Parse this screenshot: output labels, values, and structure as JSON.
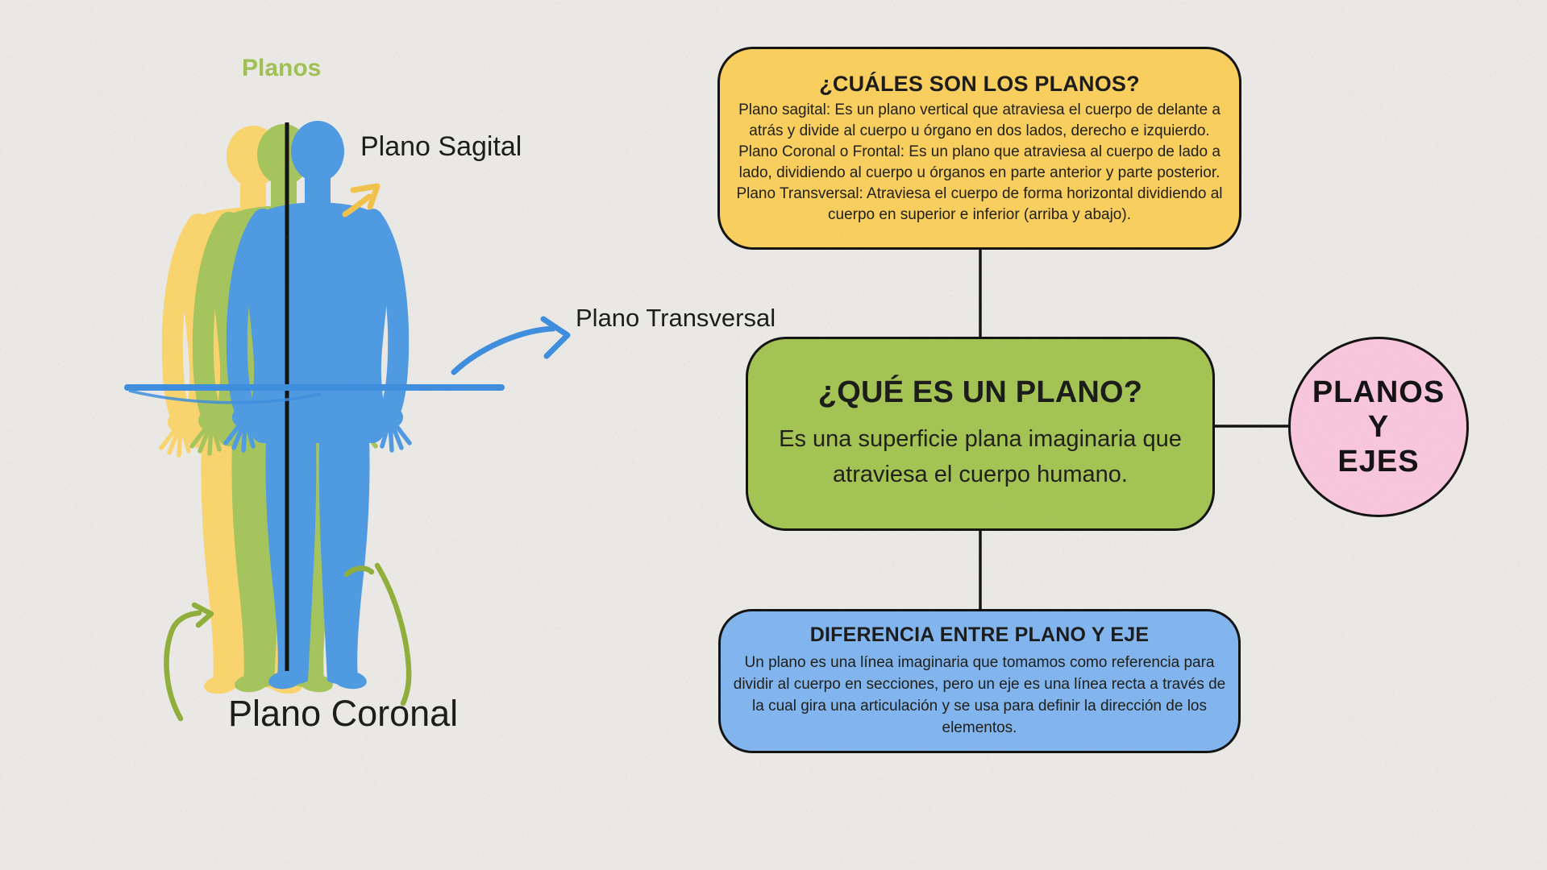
{
  "canvas": {
    "background": "#e9e8e4"
  },
  "left_diagram": {
    "heading": {
      "label": "Planos",
      "color": "#a0c053"
    },
    "labels": {
      "sagital": "Plano Sagital",
      "transversal": "Plano Transversal",
      "coronal": "Plano Coronal"
    },
    "figure": {
      "back_color": "#f8d36e",
      "middle_color": "#a5c45e",
      "front_color": "#4f9ae1",
      "sagital_line_color": "#141414",
      "transversal_line_color": "#3e8edd",
      "sagital_arrow_color": "#f0c14b",
      "transversal_arrow_color": "#3e8edd",
      "coronal_arrow_color": "#8fae3c"
    }
  },
  "flowchart": {
    "connector_color": "#141414",
    "boxes": {
      "planes": {
        "fill": "#f8ce5e",
        "title": "¿CUÁLES SON LOS PLANOS?",
        "paragraphs": [
          "Plano sagital: Es un plano vertical que  atraviesa el  cuerpo de delante a atrás y divide al cuerpo u órgano en dos lados, derecho e izquierdo.",
          "Plano Coronal o Frontal: Es un plano que atraviesa al cuerpo de lado a lado, dividiendo al cuerpo u órganos en parte anterior y parte posterior.",
          "Plano Transversal: Atraviesa el cuerpo de forma horizontal dividiendo al cuerpo en superior e inferior (arriba y abajo)."
        ]
      },
      "definition": {
        "fill": "#a3c454",
        "title": "¿QUÉ ES UN PLANO?",
        "body": "Es una superficie plana imaginaria que atraviesa el cuerpo humano."
      },
      "difference": {
        "fill": "#82b5ee",
        "title": "DIFERENCIA ENTRE PLANO Y EJE",
        "body": "Un plano es una línea imaginaria que tomamos como referencia para dividir al cuerpo en secciones, pero un eje es una línea recta a través de la cual gira una articulación y se usa para definir la dirección de los elementos."
      }
    },
    "side_circle": {
      "fill": "#f8c6da",
      "line1": "PLANOS",
      "line2": "Y",
      "line3": "EJES"
    }
  }
}
